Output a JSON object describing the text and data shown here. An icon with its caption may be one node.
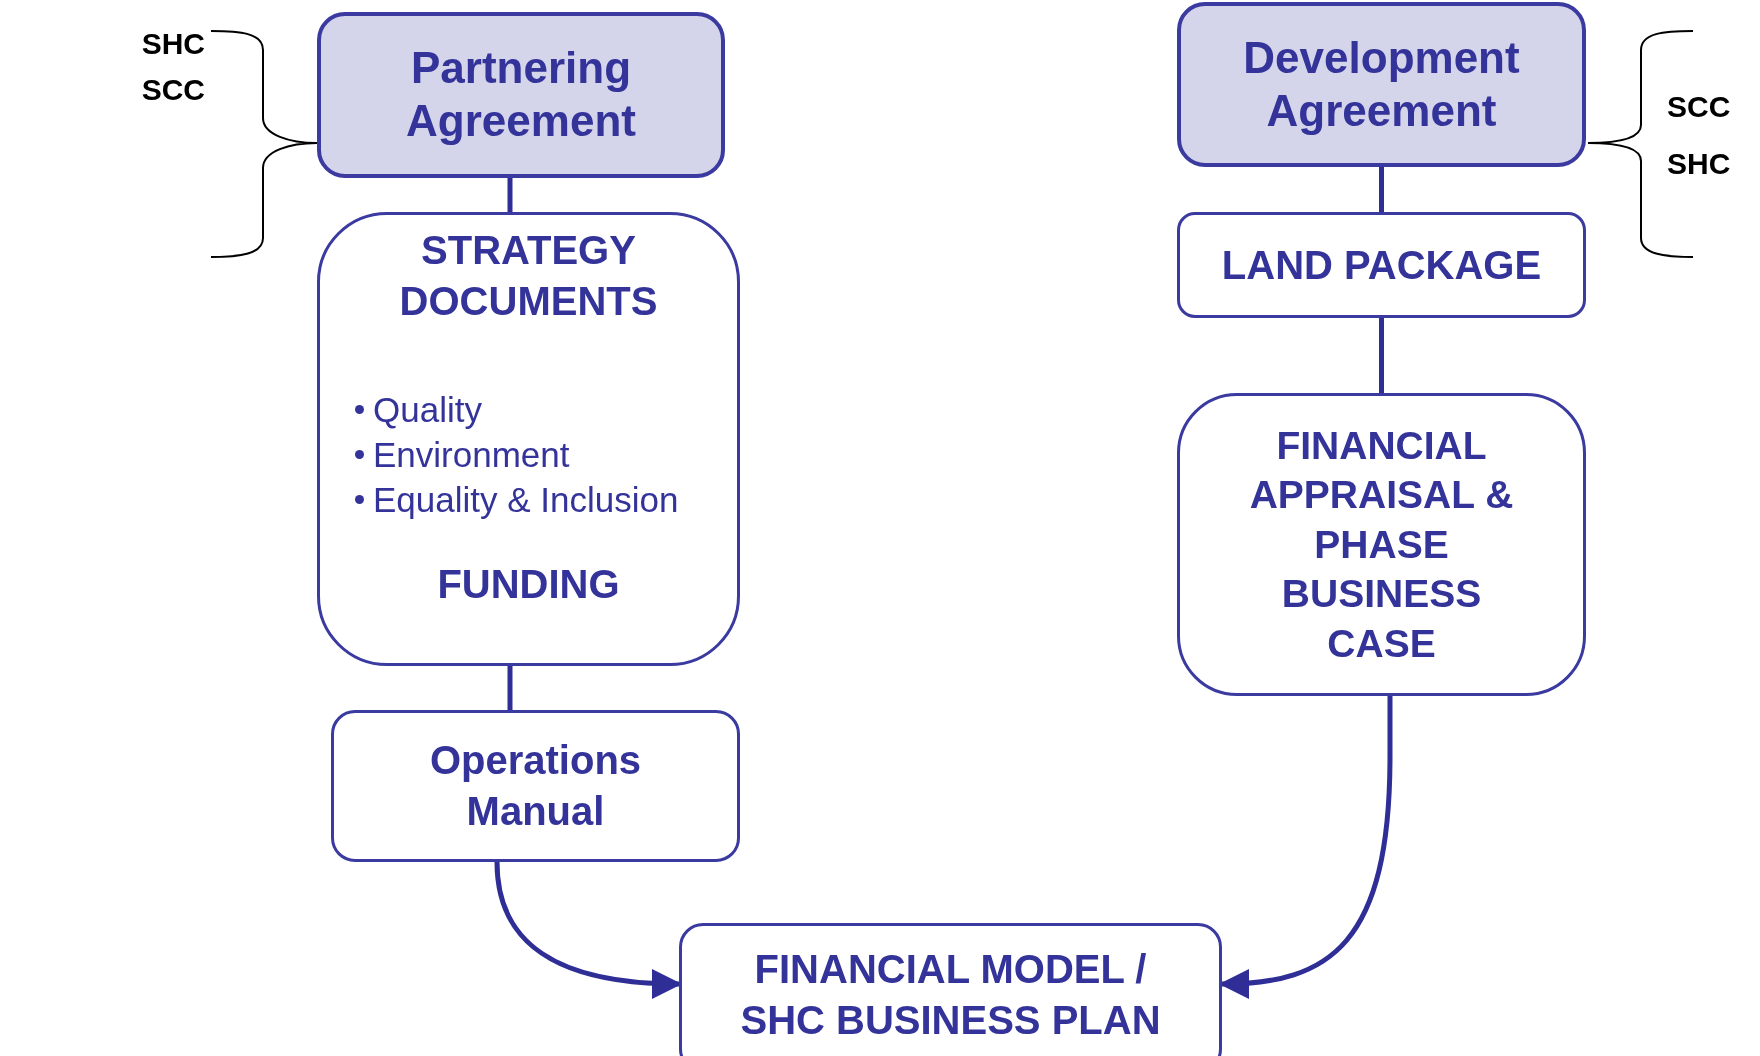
{
  "diagram": {
    "nodes": [
      {
        "text": [
          "Partnering Agreement"
        ]
      },
      {
        "text": [
          "STRATEGY DOCUMENTS",
          "Quality",
          "Environment",
          "Equality & Inclusion",
          "FUNDING"
        ]
      },
      {
        "text": [
          "Operations Manual"
        ]
      },
      {
        "text": [
          "Development Agreement"
        ]
      },
      {
        "text": [
          "LAND PACKAGE"
        ]
      },
      {
        "text": [
          "FINANCIAL APPRAISAL & PHASE BUSINESS CASE"
        ]
      },
      {
        "text": [
          "FINANCIAL MODEL / SHC BUSINESS PLAN"
        ]
      }
    ],
    "edges": [
      {
        "from": 0,
        "to": 1,
        "arrow": "none"
      },
      {
        "from": 1,
        "to": 2,
        "arrow": "none"
      },
      {
        "from": 3,
        "to": 4,
        "arrow": "none"
      },
      {
        "from": 4,
        "to": 5,
        "arrow": "none"
      },
      {
        "from": 2,
        "to": 6,
        "arrow": "to"
      },
      {
        "from": 5,
        "to": 6,
        "arrow": "to"
      }
    ],
    "labels": [
      "SHC",
      "SCC",
      "SCC",
      "SHC"
    ]
  }
}
